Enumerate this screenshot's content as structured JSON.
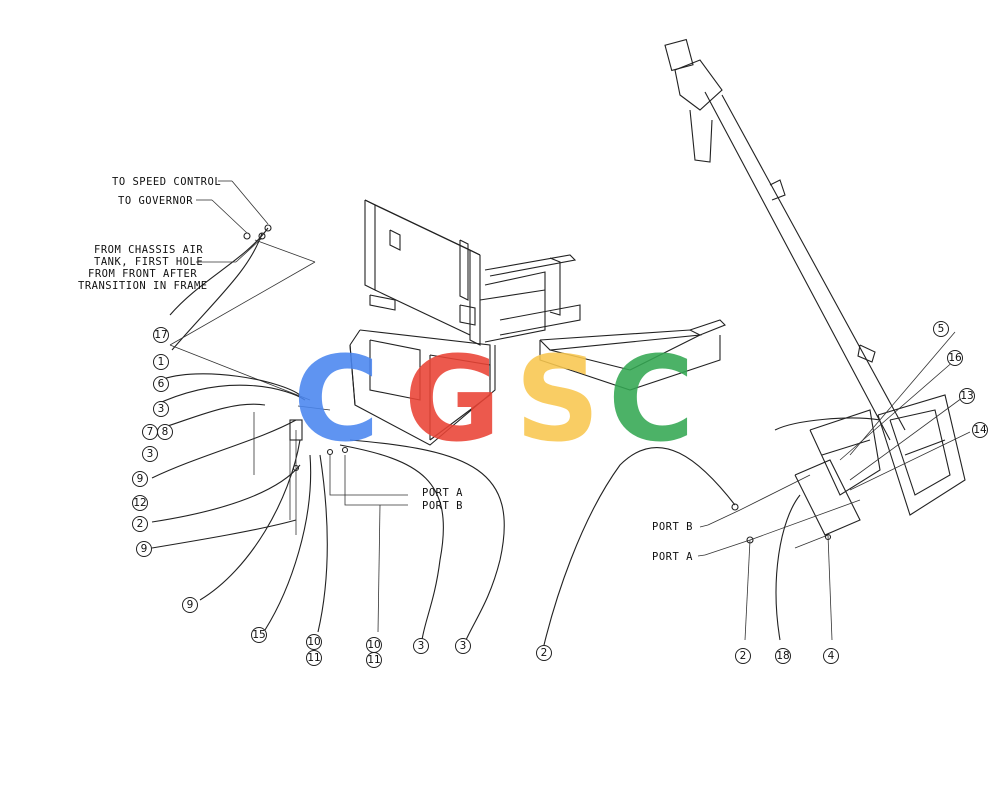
{
  "notes": {
    "to_speed_control": "TO SPEED CONTROL",
    "to_governor": "TO GOVERNOR",
    "from_chassis_line1": "FROM CHASSIS AIR",
    "from_chassis_line2": "TANK, FIRST HOLE",
    "from_chassis_line3": "FROM FRONT AFTER",
    "from_chassis_line4": "TRANSITION IN FRAME",
    "port_a_left": "PORT A",
    "port_b_left": "PORT B",
    "port_b_right": "PORT B",
    "port_a_right": "PORT A"
  },
  "watermark": {
    "letters": [
      "C",
      "G",
      "S",
      "C"
    ],
    "colors": [
      "#4a86f0",
      "#ea4335",
      "#f9c74f",
      "#34a853"
    ]
  },
  "callouts": {
    "c17": "17",
    "c1": "1",
    "c6": "6",
    "c3a": "3",
    "c78": "7",
    "c8": "8",
    "c3b": "3",
    "c9a": "9",
    "c12": "12",
    "c2a": "2",
    "c9b": "9",
    "c9c": "9",
    "c15": "15",
    "c10a": "10",
    "c11a": "11",
    "c10b": "10",
    "c11b": "11",
    "c3c": "3",
    "c3d": "3",
    "c2b": "2",
    "c2c": "2",
    "c18": "18",
    "c4": "4",
    "c5": "5",
    "c16": "16",
    "c13": "13",
    "c14": "14"
  }
}
